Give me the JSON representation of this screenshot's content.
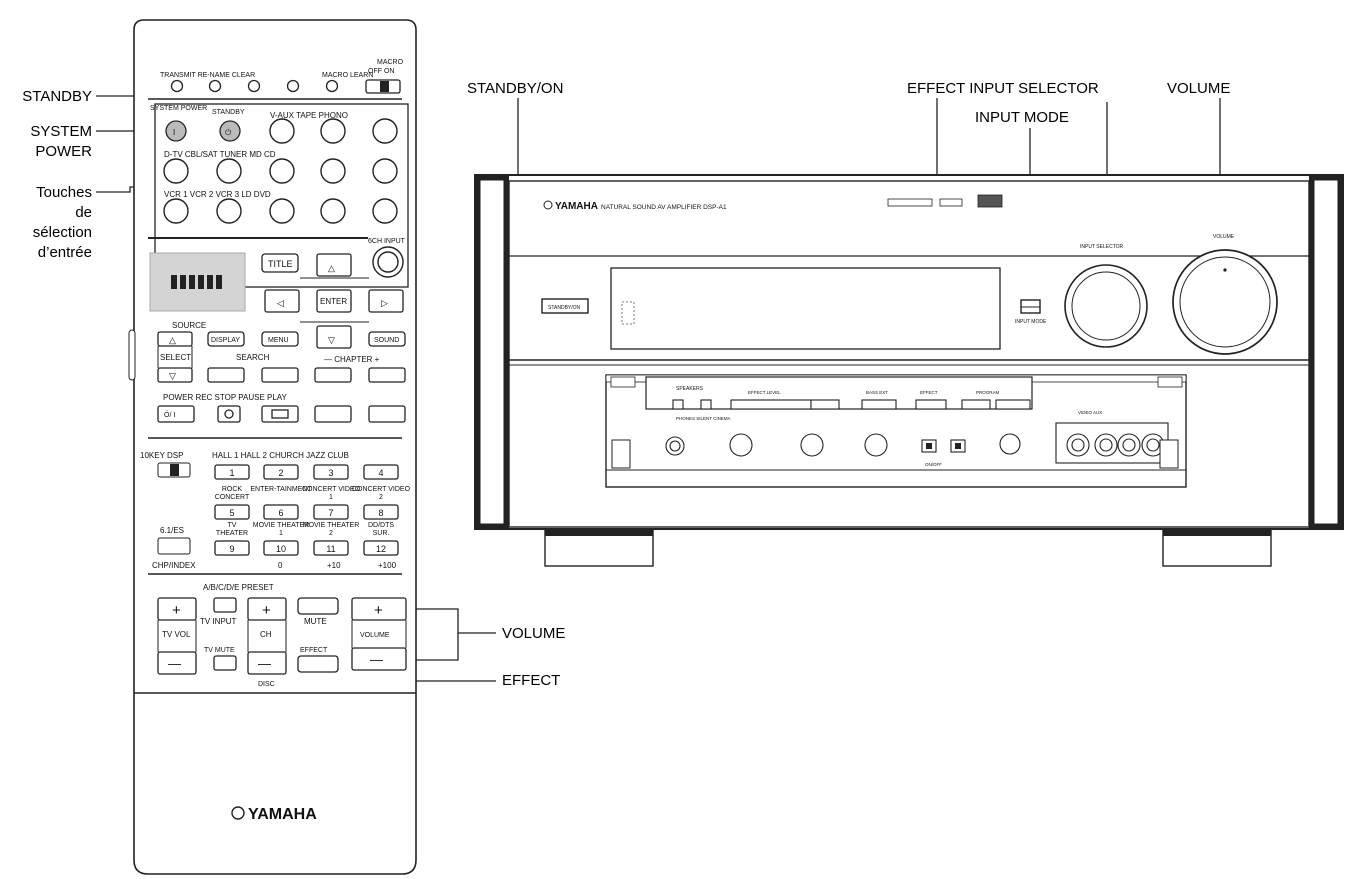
{
  "callouts": {
    "standby": "STANDBY",
    "system_power": "SYSTEM\nPOWER",
    "input_keys": "Touches\nde\nsélection\nd’entrée",
    "standby_on": "STANDBY/ON",
    "effect_input_selector": "EFFECT INPUT SELECTOR",
    "input_mode": "INPUT MODE",
    "volume_top": "VOLUME",
    "volume_remote": "VOLUME",
    "effect": "EFFECT"
  },
  "remote": {
    "top_labels": {
      "transmit": "TRANSMIT RE-NAME CLEAR",
      "macro_learn": "MACRO LEARN",
      "macro": "MACRO",
      "off_on": "OFF  ON"
    },
    "power": {
      "system_power": "SYSTEM POWER",
      "standby": "STANDBY",
      "power_symbol": "I",
      "standby_symbol": "⏻"
    },
    "input_rows": [
      {
        "label": "V-AUX TAPE PHONO"
      },
      {
        "label": "D-TV CBL/SAT TUNER          MD           CD"
      },
      {
        "label": "VCR 1 VCR 2     VCR 3          LD          DVD"
      }
    ],
    "six_ch_input": "6CH INPUT",
    "nav": {
      "title": "TITLE",
      "enter": "ENTER",
      "up": "△",
      "down": "▽",
      "left": "◁",
      "right": "▷"
    },
    "source": "SOURCE",
    "select": "SELECT",
    "display": "DISPLAY",
    "menu": "MENU",
    "sound": "SOUND",
    "search": "SEARCH",
    "chapter": "—  CHAPTER  +",
    "transport_labels": "POWER        REC STOP      PAUSE PLAY",
    "power_glyph": "Ö/ I",
    "key_dsp": "10KEY  DSP",
    "dsp_header": "HALL 1 HALL 2 CHURCH JAZZ CLUB",
    "num_rows": [
      {
        "labels": [
          "",
          "",
          "",
          ""
        ],
        "keys": [
          "1",
          "2",
          "3",
          "4"
        ]
      },
      {
        "labels": [
          "ROCK CONCERT",
          "ENTER-TAINMENT",
          "CONCERT VIDEO 1",
          "CONCERT VIDEO 2"
        ],
        "keys": [
          "5",
          "6",
          "7",
          "8"
        ]
      },
      {
        "labels": [
          "TV THEATER",
          "MOVIE THEATER 1",
          "MOVIE THEATER 2",
          "DD/DTS SUR."
        ],
        "keys": [
          "9",
          "10",
          "11",
          "12"
        ]
      }
    ],
    "es": "6.1/ES",
    "chp_index": "CHP/INDEX",
    "bottom_nums": [
      "0",
      "+10",
      "+100"
    ],
    "abcde_preset": "A/B/C/D/E  PRESET",
    "tv_input": "TV INPUT",
    "tv_vol": "TV VOL",
    "ch": "CH",
    "mute": "MUTE",
    "volume": "VOLUME",
    "tv_mute": "TV MUTE",
    "effect": "EFFECT",
    "disc": "DISC",
    "plus": "+",
    "minus": "—",
    "brand": "YAMAHA"
  },
  "receiver": {
    "brand": "YAMAHA",
    "subtitle": "NATURAL SOUND  AV AMPLIFIER  DSP-A1",
    "standby_on_btn": "STANDBY/ON",
    "input_mode_label": "INPUT MODE",
    "input_selector_label": "INPUT SELECTOR",
    "volume_label": "VOLUME",
    "speakers": "SPEAKERS",
    "phones": "PHONES  SILENT CINEMA",
    "efct_level": "EFFECT LEVEL",
    "bass_ext": "BASS EXT",
    "effect_btn": "EFFECT",
    "program": "PROGRAM",
    "video_aux": "VIDEO AUX",
    "on_off": "ON/OFF"
  }
}
